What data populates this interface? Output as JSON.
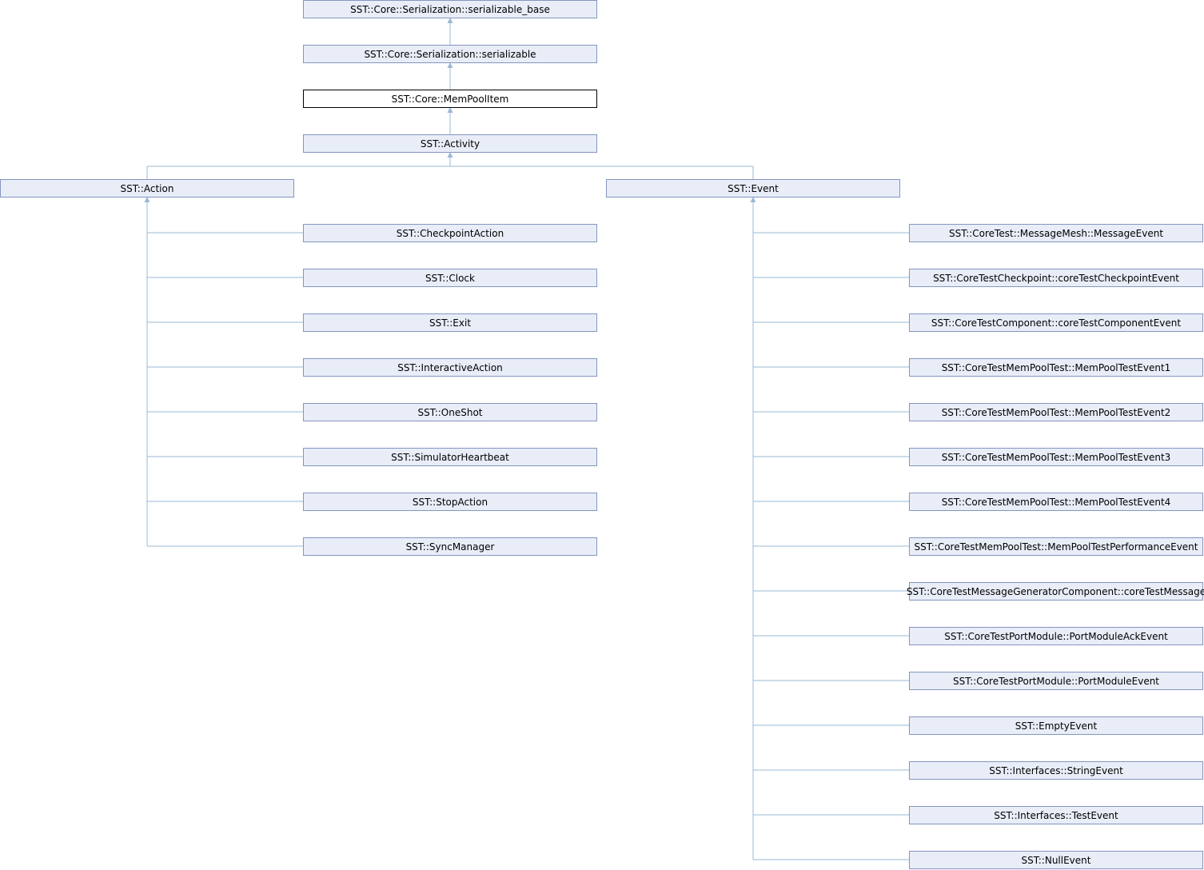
{
  "diagram": {
    "type": "class-inheritance",
    "colors": {
      "node_fill": "#e8edf8",
      "node_border": "#8495be",
      "current_node_fill": "#ffffff",
      "current_node_border": "#000000",
      "edge": "#9ab9d5",
      "text": "#000000"
    },
    "nodes": [
      {
        "id": "serializable_base",
        "label": "SST::Core::Serialization::serializable_base",
        "parent": null
      },
      {
        "id": "serializable",
        "label": "SST::Core::Serialization::serializable",
        "parent": "serializable_base"
      },
      {
        "id": "mempoolitem",
        "label": "SST::Core::MemPoolItem",
        "parent": "serializable",
        "current": true
      },
      {
        "id": "activity",
        "label": "SST::Activity",
        "parent": "mempoolitem"
      },
      {
        "id": "action",
        "label": "SST::Action",
        "parent": "activity"
      },
      {
        "id": "event",
        "label": "SST::Event",
        "parent": "activity"
      },
      {
        "id": "checkpointaction",
        "label": "SST::CheckpointAction",
        "parent": "action"
      },
      {
        "id": "clock",
        "label": "SST::Clock",
        "parent": "action"
      },
      {
        "id": "exit",
        "label": "SST::Exit",
        "parent": "action"
      },
      {
        "id": "interactiveaction",
        "label": "SST::InteractiveAction",
        "parent": "action"
      },
      {
        "id": "oneshot",
        "label": "SST::OneShot",
        "parent": "action"
      },
      {
        "id": "simulatorheartbeat",
        "label": "SST::SimulatorHeartbeat",
        "parent": "action"
      },
      {
        "id": "stopaction",
        "label": "SST::StopAction",
        "parent": "action"
      },
      {
        "id": "syncmanager",
        "label": "SST::SyncManager",
        "parent": "action"
      },
      {
        "id": "messageevent",
        "label": "SST::CoreTest::MessageMesh::MessageEvent",
        "parent": "event"
      },
      {
        "id": "coretestcheckpointevent",
        "label": "SST::CoreTestCheckpoint::coreTestCheckpointEvent",
        "parent": "event"
      },
      {
        "id": "coretestcomponentevent",
        "label": "SST::CoreTestComponent::coreTestComponentEvent",
        "parent": "event"
      },
      {
        "id": "mempooltestevent1",
        "label": "SST::CoreTestMemPoolTest::MemPoolTestEvent1",
        "parent": "event"
      },
      {
        "id": "mempooltestevent2",
        "label": "SST::CoreTestMemPoolTest::MemPoolTestEvent2",
        "parent": "event"
      },
      {
        "id": "mempooltestevent3",
        "label": "SST::CoreTestMemPoolTest::MemPoolTestEvent3",
        "parent": "event"
      },
      {
        "id": "mempooltestevent4",
        "label": "SST::CoreTestMemPoolTest::MemPoolTestEvent4",
        "parent": "event"
      },
      {
        "id": "mempooltestperformanceevent",
        "label": "SST::CoreTestMemPoolTest::MemPoolTestPerformanceEvent",
        "parent": "event"
      },
      {
        "id": "coretestmessage",
        "label": "SST::CoreTestMessageGeneratorComponent::coreTestMessage",
        "parent": "event"
      },
      {
        "id": "portmoduleackevent",
        "label": "SST::CoreTestPortModule::PortModuleAckEvent",
        "parent": "event"
      },
      {
        "id": "portmoduleevent",
        "label": "SST::CoreTestPortModule::PortModuleEvent",
        "parent": "event"
      },
      {
        "id": "emptyevent",
        "label": "SST::EmptyEvent",
        "parent": "event"
      },
      {
        "id": "stringevent",
        "label": "SST::Interfaces::StringEvent",
        "parent": "event"
      },
      {
        "id": "testevent",
        "label": "SST::Interfaces::TestEvent",
        "parent": "event"
      },
      {
        "id": "nullevent",
        "label": "SST::NullEvent",
        "parent": "event"
      }
    ]
  }
}
